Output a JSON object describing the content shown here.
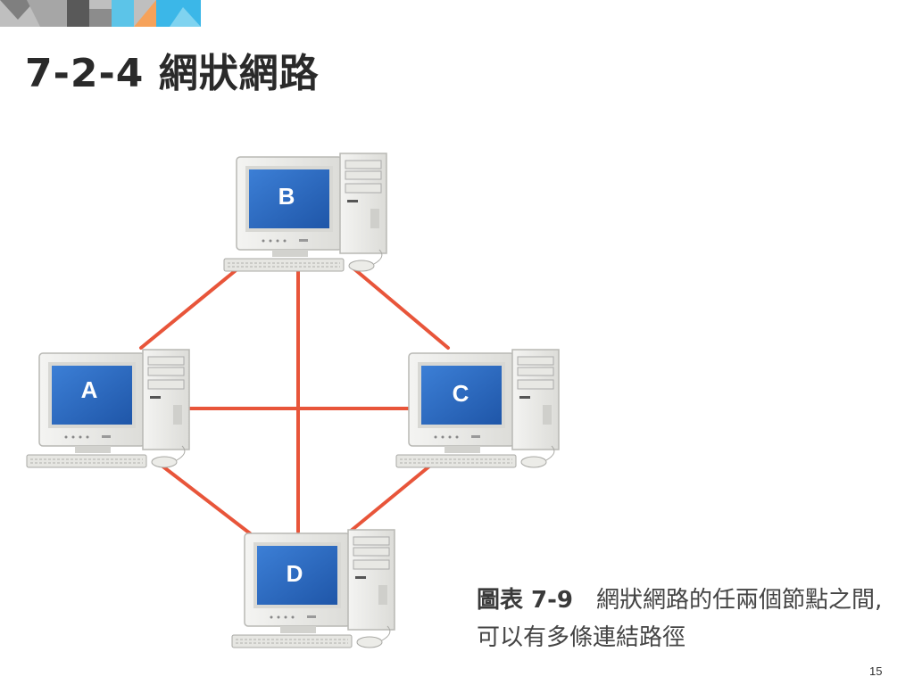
{
  "slide": {
    "title": "7-2-4 網狀網路",
    "page_number": "15"
  },
  "diagram": {
    "nodes": [
      {
        "id": "A",
        "label": "A"
      },
      {
        "id": "B",
        "label": "B"
      },
      {
        "id": "C",
        "label": "C"
      },
      {
        "id": "D",
        "label": "D"
      }
    ],
    "links": [
      [
        "A",
        "B"
      ],
      [
        "B",
        "C"
      ],
      [
        "A",
        "C"
      ],
      [
        "B",
        "D"
      ],
      [
        "A",
        "D"
      ],
      [
        "C",
        "D"
      ]
    ],
    "link_color": "#e8553a",
    "screen_color": "#2f6fc4"
  },
  "caption": {
    "figure_label": "圖表 7-9",
    "text": "網狀網路的任兩個節點之間, 可以有多條連結路徑"
  },
  "colors": {
    "deco": [
      "#7f7f7f",
      "#a6a6a6",
      "#4d4d4d",
      "#5cc4e8",
      "#f6a25a",
      "#3bb7e8"
    ]
  }
}
